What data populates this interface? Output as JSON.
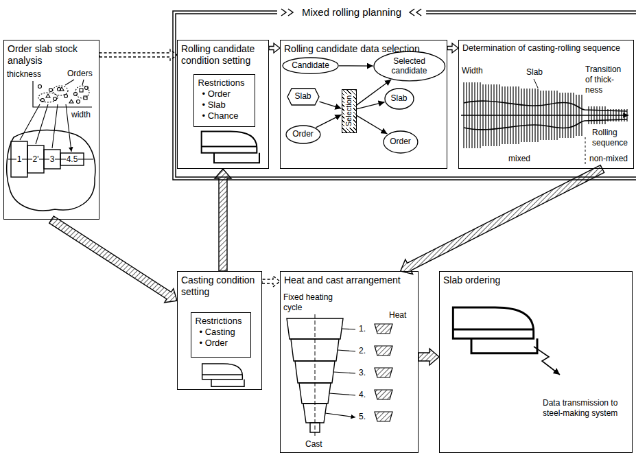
{
  "diagram": {
    "title": "Mixed rolling planning",
    "nodes": [
      {
        "text": [
          "Order slab stock analysis"
        ]
      },
      {
        "text": [
          "Mixed rolling planning"
        ]
      },
      {
        "text": [
          "Rolling candidate condition setting"
        ],
        "in": 1
      },
      {
        "text": [
          "Restrictions",
          "• Order",
          "• Slab",
          "• Chance"
        ],
        "in": 2
      },
      {
        "text": [
          "Rolling candidate data selection"
        ],
        "in": 1
      },
      {
        "text": [
          "Candidate"
        ],
        "in": 4
      },
      {
        "text": [
          "Selected candidate"
        ],
        "in": 4
      },
      {
        "text": [
          "Slab"
        ],
        "in": 4
      },
      {
        "text": [
          "Selection"
        ],
        "in": 4
      },
      {
        "text": [
          "Slab"
        ],
        "in": 4
      },
      {
        "text": [
          "Order"
        ],
        "in": 4
      },
      {
        "text": [
          "Order"
        ],
        "in": 4
      },
      {
        "text": [
          "Determination of casting-rolling sequence"
        ],
        "in": 1
      },
      {
        "text": [
          "Casting condition setting"
        ]
      },
      {
        "text": [
          "Restrictions",
          "• Casting",
          "• Order"
        ],
        "in": 13
      },
      {
        "text": [
          "Heat and cast arrangement"
        ]
      },
      {
        "text": [
          "Slab ordering"
        ]
      }
    ],
    "edges": [
      {
        "from": 0,
        "to": 2,
        "arrow": "to"
      },
      {
        "from": 2,
        "to": 4,
        "arrow": "to"
      },
      {
        "from": 4,
        "to": 12,
        "arrow": "to"
      },
      {
        "from": 0,
        "to": 13,
        "arrow": "to"
      },
      {
        "from": 13,
        "to": 2,
        "arrow": "to"
      },
      {
        "from": 12,
        "to": 15,
        "arrow": "to"
      },
      {
        "from": 13,
        "to": 15,
        "arrow": "to"
      },
      {
        "from": 15,
        "to": 16,
        "arrow": "to"
      },
      {
        "from": 5,
        "to": 6,
        "arrow": "to"
      },
      {
        "from": 7,
        "to": 8,
        "arrow": "to"
      },
      {
        "from": 10,
        "to": 8,
        "arrow": "to"
      },
      {
        "from": 8,
        "to": 6,
        "arrow": "to"
      },
      {
        "from": 8,
        "to": 9,
        "arrow": "to"
      },
      {
        "from": 8,
        "to": 11,
        "arrow": "to"
      }
    ],
    "labels": [
      "Orders",
      "thickness",
      "width",
      "1",
      "2'",
      "3",
      "4.5",
      "Width",
      "Slab",
      "Transition of thick- ness",
      "Rolling sequence",
      "mixed",
      "non-mixed",
      "Fixed heating cycle",
      "Heat",
      "1.",
      "2.",
      "3.",
      "4.",
      "5.",
      "Cast",
      "Data transmission to steel-making system"
    ]
  }
}
